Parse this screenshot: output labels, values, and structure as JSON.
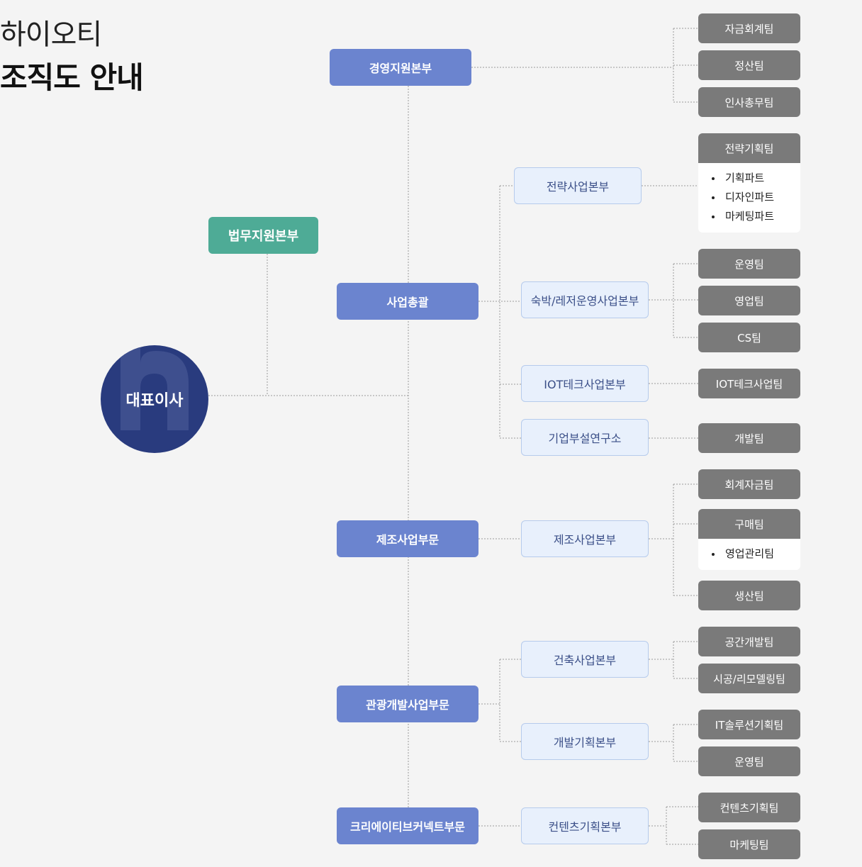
{
  "page": {
    "title_light": "하이오티",
    "title_bold": "조직도 안내"
  },
  "ceo": {
    "label": "대표이사"
  },
  "legal": {
    "label": "법무지원본부"
  },
  "mgmt": {
    "label": "경영지원본부",
    "teams": [
      "자금회계팀",
      "정산팀",
      "인사총무팀"
    ]
  },
  "business": {
    "label": "사업총괄",
    "strategy": {
      "label": "전략사업본부",
      "team": "전략기획팀",
      "parts": [
        "기획파트",
        "디자인파트",
        "마케팅파트"
      ]
    },
    "lodging": {
      "label": "숙박/레저운영사업본부",
      "teams": [
        "운영팀",
        "영업팀",
        "CS팀"
      ]
    },
    "iot": {
      "label": "IOT테크사업본부",
      "team": "IOT테크사업팀"
    },
    "lab": {
      "label": "기업부설연구소",
      "team": "개발팀"
    }
  },
  "manufacturing": {
    "label": "제조사업부문",
    "division": {
      "label": "제조사업본부",
      "teams": [
        "회계자금팀",
        "구매팀",
        "생산팀"
      ],
      "purchase_parts": [
        "영업관리팀"
      ]
    }
  },
  "tourism": {
    "label": "관광개발사업부문",
    "construction": {
      "label": "건축사업본부",
      "teams": [
        "공간개발팀",
        "시공/리모델링팀"
      ]
    },
    "devplan": {
      "label": "개발기획본부",
      "teams": [
        "IT솔루션기획팀",
        "운영팀"
      ]
    }
  },
  "creative": {
    "label": "크리에이티브커넥트부문",
    "content": {
      "label": "컨텐츠기획본부",
      "teams": [
        "컨텐츠기획팀",
        "마케팅팀"
      ]
    }
  },
  "colors": {
    "level1": "#6b84cf",
    "legal": "#4eab96",
    "level2_bg": "#e8f0fc",
    "team": "#7a7a7a",
    "ceo": "#293b7e"
  }
}
